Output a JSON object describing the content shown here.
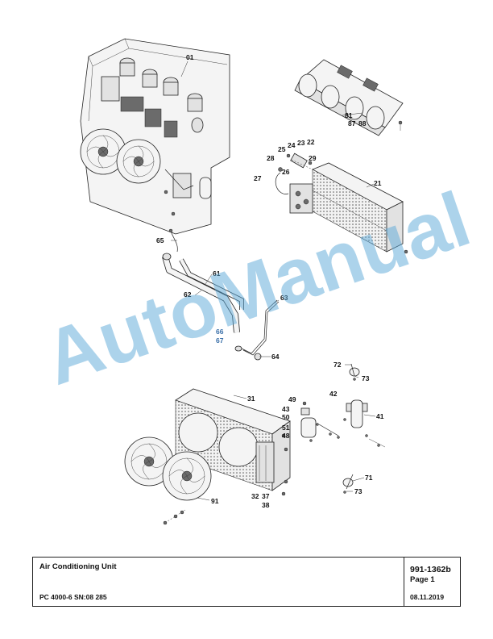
{
  "title_block": {
    "title": "Air Conditioning Unit",
    "model": "PC 4000-6 SN:08 285",
    "drawing_number": "991-1362b",
    "page": "Page 1",
    "date": "08.11.2019"
  },
  "watermark": "AutoManual",
  "callouts": {
    "c01": "01",
    "c21": "21",
    "c22": "22",
    "c23": "23",
    "c24": "24",
    "c25": "25",
    "c26": "26",
    "c27": "27",
    "c28": "28",
    "c29": "29",
    "c81": "81",
    "c87": "87",
    "c88": "88",
    "c65": "65",
    "c61": "61",
    "c62": "62",
    "c63": "63",
    "c64": "64",
    "c66": "66",
    "c67": "67",
    "c72": "72",
    "c73a": "73",
    "c71": "71",
    "c73b": "73",
    "c31": "31",
    "c32": "32",
    "c37": "37",
    "c38": "38",
    "c91": "91",
    "c49": "49",
    "c43": "43",
    "c50": "50",
    "c51": "51",
    "c48": "48",
    "c42": "42",
    "c41": "41"
  },
  "colors": {
    "watermark": "#5aa8d8",
    "blue_callout": "#3a6fa8"
  }
}
